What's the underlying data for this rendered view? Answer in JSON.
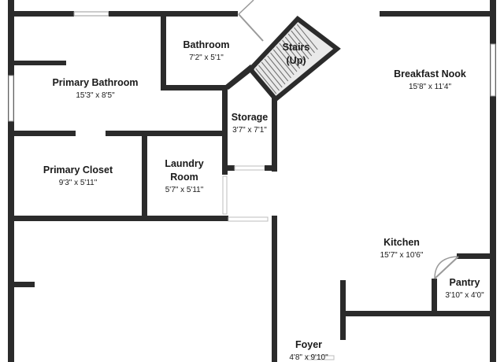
{
  "rooms": {
    "bathroom": {
      "name": "Bathroom",
      "dim": "7'2\" x 5'1\""
    },
    "stairs": {
      "name_line1": "Stairs",
      "name_line2": "(Up)"
    },
    "breakfast_nook": {
      "name": "Breakfast Nook",
      "dim": "15'8\" x 11'4\""
    },
    "primary_bathroom": {
      "name": "Primary Bathroom",
      "dim": "15'3\" x 8'5\""
    },
    "storage": {
      "name": "Storage",
      "dim": "3'7\" x 7'1\""
    },
    "primary_closet": {
      "name": "Primary Closet",
      "dim": "9'3\" x 5'11\""
    },
    "laundry": {
      "name_line1": "Laundry",
      "name_line2": "Room",
      "dim": "5'7\" x 5'11\""
    },
    "kitchen": {
      "name": "Kitchen",
      "dim": "15'7\" x 10'6\""
    },
    "pantry": {
      "name": "Pantry",
      "dim": "3'10\" x 4'0\""
    },
    "foyer": {
      "name": "Foyer",
      "dim": "4'8\" x 9'10\""
    }
  },
  "colors": {
    "wall": "#2b2b2b",
    "background": "#ffffff",
    "stair_fill": "#e9e9e9"
  }
}
